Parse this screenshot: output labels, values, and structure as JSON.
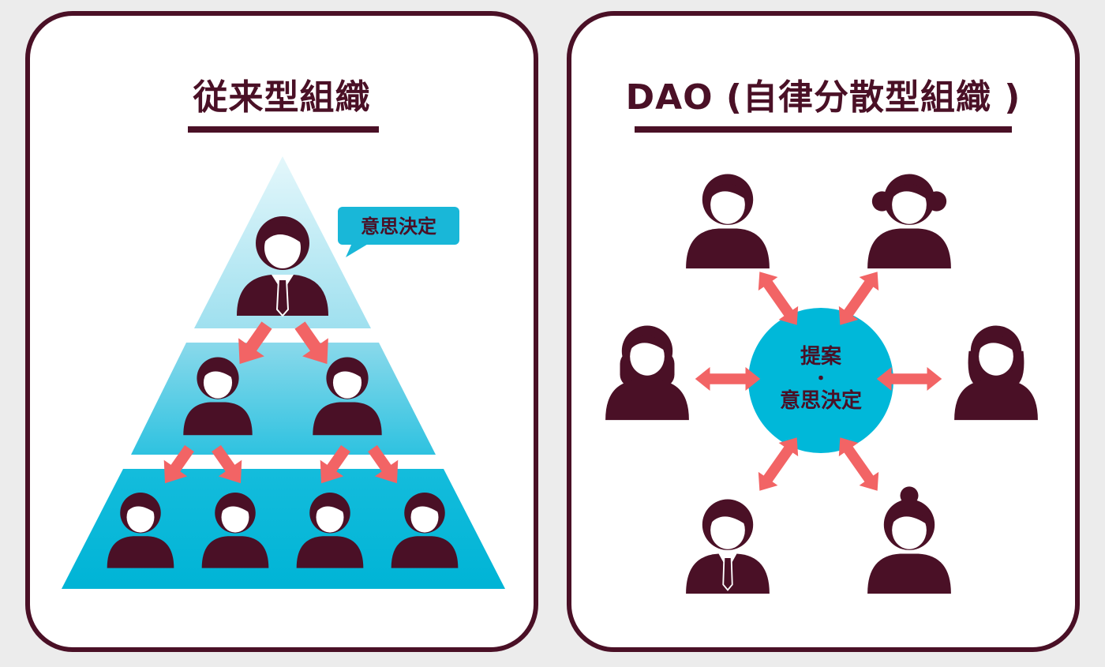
{
  "left_panel": {
    "title": "従来型組織",
    "callout_label": "意思決定"
  },
  "right_panel": {
    "title": "DAO (自律分散型組織 )",
    "hub_label_line1": "提案",
    "hub_label_line2": "・",
    "hub_label_line3": "意思決定"
  },
  "colors": {
    "frame": "#4a1026",
    "person": "#4a1026",
    "arrow": "#f26465",
    "tier_light": "#c8eef7",
    "tier_mid": "#6fd0e6",
    "tier_dark": "#00b8d9",
    "hub": "#00b8d9",
    "callout": "#19b7d8"
  },
  "icons": {
    "person": "person-icon",
    "arrow": "arrow-icon"
  }
}
